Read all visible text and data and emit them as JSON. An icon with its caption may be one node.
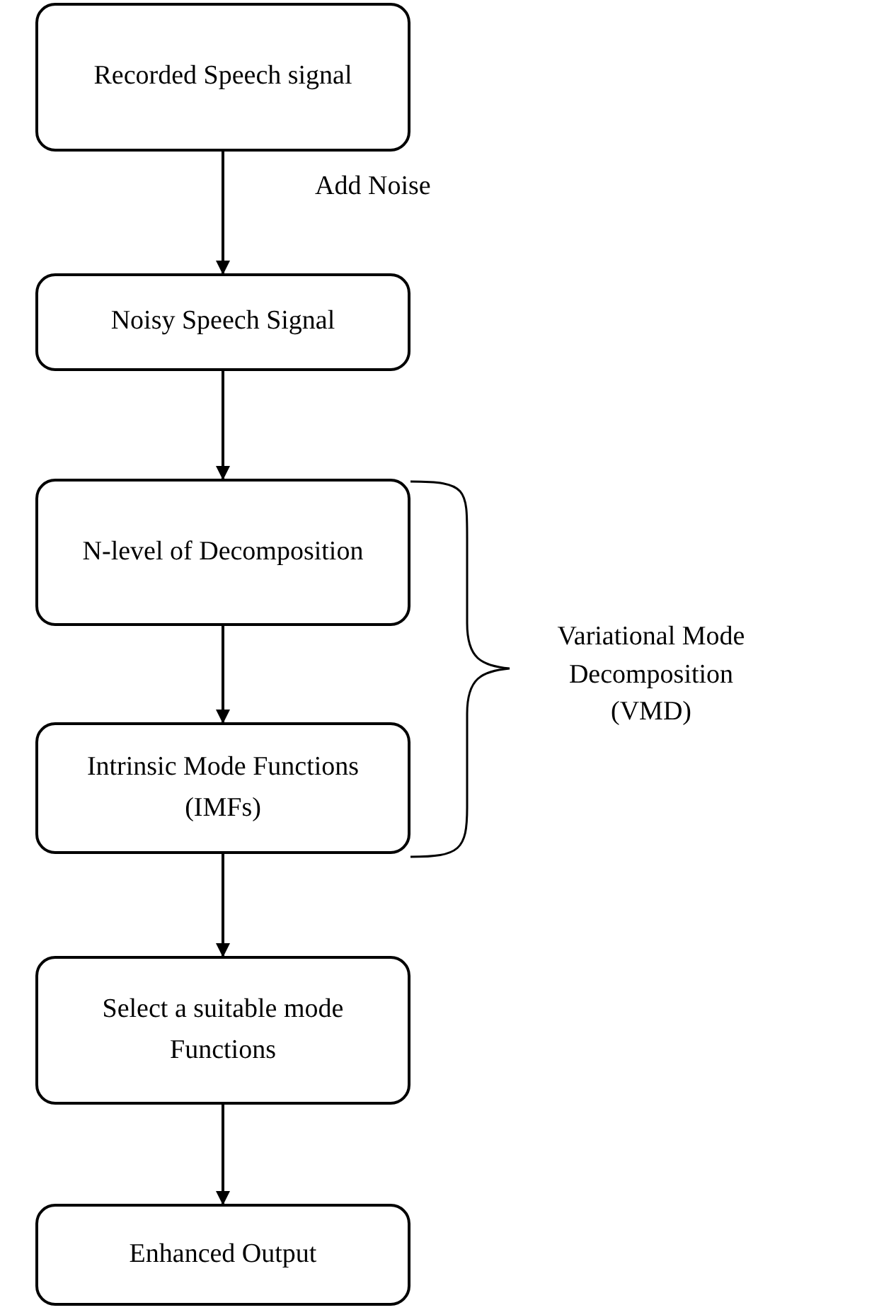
{
  "diagram": {
    "nodes": [
      {
        "text": [
          "Recorded Speech signal"
        ]
      },
      {
        "text": [
          "Noisy Speech Signal"
        ]
      },
      {
        "text": [
          "N-level of Decomposition"
        ]
      },
      {
        "text": [
          "Intrinsic Mode Functions (IMFs)"
        ]
      },
      {
        "text": [
          "Select a suitable mode Functions"
        ]
      },
      {
        "text": [
          "Enhanced Output"
        ]
      }
    ],
    "edges": [
      {
        "from": 0,
        "to": 1,
        "arrow": "to",
        "label": "Add Noise"
      },
      {
        "from": 1,
        "to": 2,
        "arrow": "to"
      },
      {
        "from": 2,
        "to": 3,
        "arrow": "to"
      },
      {
        "from": 3,
        "to": 4,
        "arrow": "to"
      },
      {
        "from": 4,
        "to": 5,
        "arrow": "to"
      }
    ],
    "labels": [
      "Variational Mode Decomposition (VMD)"
    ]
  }
}
